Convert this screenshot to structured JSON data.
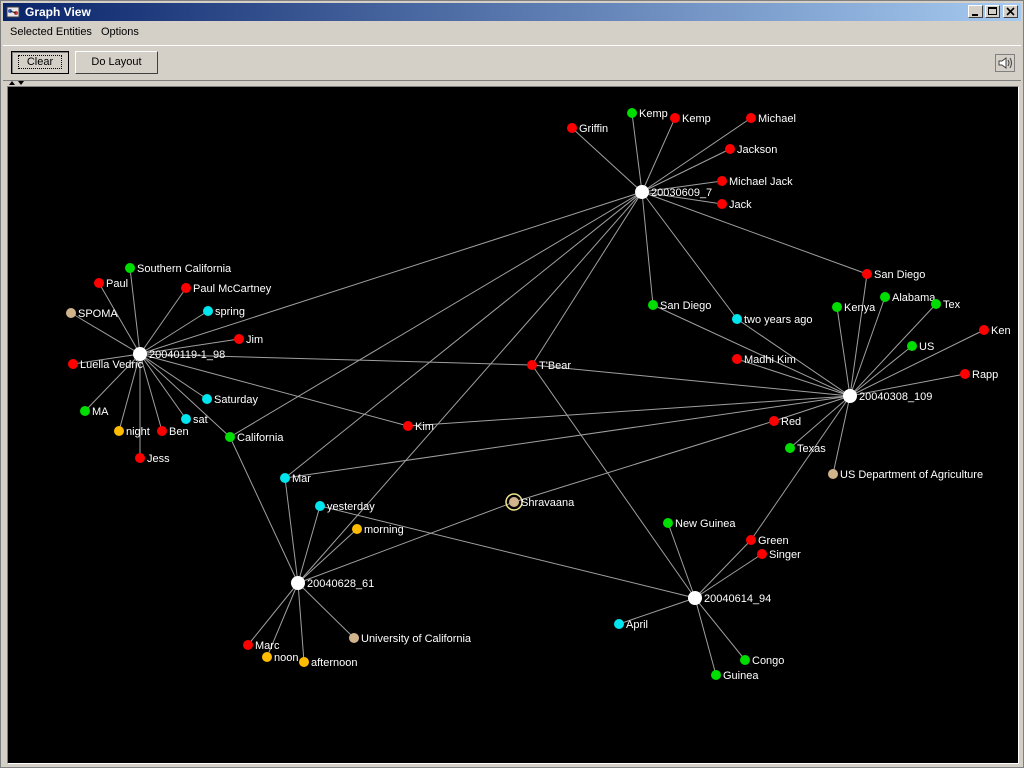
{
  "window": {
    "title": "Graph View"
  },
  "menu": {
    "items": [
      "Selected Entities",
      "Options"
    ]
  },
  "toolbar": {
    "clear_label": "Clear",
    "layout_label": "Do Layout"
  },
  "colors": {
    "person": "#ff0000",
    "location": "#00dd00",
    "time": "#00e5ee",
    "period": "#ffbb00",
    "organization": "#d2b48c",
    "document": "#ffffff",
    "edge": "#a0a0a0"
  },
  "graph": {
    "nodes": [
      {
        "id": "d1",
        "label": "20030609_7",
        "type": "document"
      },
      {
        "id": "d2",
        "label": "20040119-1_98",
        "type": "document"
      },
      {
        "id": "d3",
        "label": "20040308_109",
        "type": "document"
      },
      {
        "id": "d4",
        "label": "20040628_61",
        "type": "document"
      },
      {
        "id": "d5",
        "label": "20040614_94",
        "type": "document"
      },
      {
        "id": "griffin",
        "label": "Griffin",
        "type": "person"
      },
      {
        "id": "kemp1",
        "label": "Kemp",
        "type": "location"
      },
      {
        "id": "kemp2",
        "label": "Kemp",
        "type": "person"
      },
      {
        "id": "michael",
        "label": "Michael",
        "type": "person"
      },
      {
        "id": "jackson",
        "label": "Jackson",
        "type": "person"
      },
      {
        "id": "michaeljack",
        "label": "Michael Jack",
        "type": "person"
      },
      {
        "id": "jack",
        "label": "Jack",
        "type": "person"
      },
      {
        "id": "sandiego1",
        "label": "San Diego",
        "type": "person"
      },
      {
        "id": "sandiego2",
        "label": "San Diego",
        "type": "location"
      },
      {
        "id": "twoyears",
        "label": "two years ago",
        "type": "time"
      },
      {
        "id": "socal",
        "label": "Southern California",
        "type": "location"
      },
      {
        "id": "paul",
        "label": "Paul",
        "type": "person"
      },
      {
        "id": "paulmc",
        "label": "Paul McCartney",
        "type": "person"
      },
      {
        "id": "spoma",
        "label": "SPOMA",
        "type": "organization"
      },
      {
        "id": "spring",
        "label": "spring",
        "type": "time"
      },
      {
        "id": "jim",
        "label": "Jim",
        "type": "person"
      },
      {
        "id": "luella",
        "label": "Luella Vedric",
        "type": "person"
      },
      {
        "id": "saturday",
        "label": "Saturday",
        "type": "time"
      },
      {
        "id": "ma",
        "label": "MA",
        "type": "location"
      },
      {
        "id": "sat",
        "label": "sat",
        "type": "time"
      },
      {
        "id": "night",
        "label": "night",
        "type": "period"
      },
      {
        "id": "ben",
        "label": "Ben",
        "type": "person"
      },
      {
        "id": "california",
        "label": "California",
        "type": "location"
      },
      {
        "id": "jess",
        "label": "Jess",
        "type": "person"
      },
      {
        "id": "tbear",
        "label": "T'Bear",
        "type": "person"
      },
      {
        "id": "kim",
        "label": "Kim",
        "type": "person"
      },
      {
        "id": "madhi",
        "label": "Madhi Kim",
        "type": "person"
      },
      {
        "id": "kenya",
        "label": "Kenya",
        "type": "location"
      },
      {
        "id": "alabama",
        "label": "Alabama",
        "type": "location"
      },
      {
        "id": "tex",
        "label": "Tex",
        "type": "location"
      },
      {
        "id": "ken",
        "label": "Ken",
        "type": "person"
      },
      {
        "id": "us",
        "label": "US",
        "type": "location"
      },
      {
        "id": "rapp",
        "label": "Rapp",
        "type": "person"
      },
      {
        "id": "red",
        "label": "Red",
        "type": "person"
      },
      {
        "id": "texas",
        "label": "Texas",
        "type": "location"
      },
      {
        "id": "usda",
        "label": "US Department of Agriculture",
        "type": "organization"
      },
      {
        "id": "mar",
        "label": "Mar",
        "type": "time"
      },
      {
        "id": "yesterday",
        "label": "yesterday",
        "type": "time"
      },
      {
        "id": "morning",
        "label": "morning",
        "type": "period"
      },
      {
        "id": "shravaana",
        "label": "Shravaana",
        "type": "organization",
        "selected": true
      },
      {
        "id": "newguinea",
        "label": "New Guinea",
        "type": "location"
      },
      {
        "id": "green",
        "label": "Green",
        "type": "person"
      },
      {
        "id": "singer",
        "label": "Singer",
        "type": "person"
      },
      {
        "id": "april",
        "label": "April",
        "type": "time"
      },
      {
        "id": "congo",
        "label": "Congo",
        "type": "location"
      },
      {
        "id": "guinea",
        "label": "Guinea",
        "type": "location"
      },
      {
        "id": "marc",
        "label": "Marc",
        "type": "person"
      },
      {
        "id": "noon",
        "label": "noon",
        "type": "period"
      },
      {
        "id": "afternoon",
        "label": "afternoon",
        "type": "period"
      },
      {
        "id": "uc",
        "label": "University of California",
        "type": "organization"
      }
    ],
    "edges": [
      [
        "d1",
        "griffin"
      ],
      [
        "d1",
        "kemp1"
      ],
      [
        "d1",
        "kemp2"
      ],
      [
        "d1",
        "michael"
      ],
      [
        "d1",
        "jackson"
      ],
      [
        "d1",
        "michaeljack"
      ],
      [
        "d1",
        "jack"
      ],
      [
        "d1",
        "sandiego1"
      ],
      [
        "d1",
        "sandiego2"
      ],
      [
        "d1",
        "twoyears"
      ],
      [
        "d1",
        "d2"
      ],
      [
        "d1",
        "california"
      ],
      [
        "d1",
        "tbear"
      ],
      [
        "d1",
        "mar"
      ],
      [
        "d2",
        "socal"
      ],
      [
        "d2",
        "paul"
      ],
      [
        "d2",
        "paulmc"
      ],
      [
        "d2",
        "spoma"
      ],
      [
        "d2",
        "spring"
      ],
      [
        "d2",
        "jim"
      ],
      [
        "d2",
        "luella"
      ],
      [
        "d2",
        "saturday"
      ],
      [
        "d2",
        "ma"
      ],
      [
        "d2",
        "sat"
      ],
      [
        "d2",
        "night"
      ],
      [
        "d2",
        "ben"
      ],
      [
        "d2",
        "california"
      ],
      [
        "d2",
        "jess"
      ],
      [
        "d2",
        "tbear"
      ],
      [
        "d2",
        "kim"
      ],
      [
        "d3",
        "sandiego1"
      ],
      [
        "d3",
        "twoyears"
      ],
      [
        "d3",
        "sandiego2"
      ],
      [
        "d3",
        "madhi"
      ],
      [
        "d3",
        "kenya"
      ],
      [
        "d3",
        "alabama"
      ],
      [
        "d3",
        "tex"
      ],
      [
        "d3",
        "ken"
      ],
      [
        "d3",
        "us"
      ],
      [
        "d3",
        "rapp"
      ],
      [
        "d3",
        "red"
      ],
      [
        "d3",
        "texas"
      ],
      [
        "d3",
        "usda"
      ],
      [
        "d3",
        "tbear"
      ],
      [
        "d3",
        "kim"
      ],
      [
        "d3",
        "mar"
      ],
      [
        "d3",
        "green"
      ],
      [
        "d4",
        "california"
      ],
      [
        "d4",
        "mar"
      ],
      [
        "d4",
        "yesterday"
      ],
      [
        "d4",
        "morning"
      ],
      [
        "d4",
        "shravaana"
      ],
      [
        "d4",
        "marc"
      ],
      [
        "d4",
        "noon"
      ],
      [
        "d4",
        "afternoon"
      ],
      [
        "d4",
        "uc"
      ],
      [
        "d4",
        "d1"
      ],
      [
        "d5",
        "tbear"
      ],
      [
        "d5",
        "newguinea"
      ],
      [
        "d5",
        "green"
      ],
      [
        "d5",
        "singer"
      ],
      [
        "d5",
        "april"
      ],
      [
        "d5",
        "congo"
      ],
      [
        "d5",
        "guinea"
      ],
      [
        "d5",
        "yesterday"
      ],
      [
        "shravaana",
        "red"
      ]
    ]
  }
}
